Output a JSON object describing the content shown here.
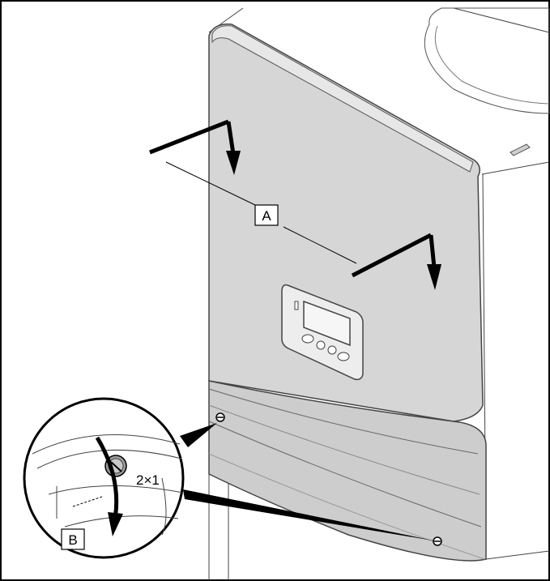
{
  "callouts": {
    "label_a": "A",
    "label_b": "B",
    "quantity": "2×1"
  },
  "colors": {
    "line": "#000000",
    "panel": "#d6d6d6",
    "panel_light": "#e7e7e7",
    "panel_dark": "#bdbdbd",
    "background": "#ffffff"
  }
}
